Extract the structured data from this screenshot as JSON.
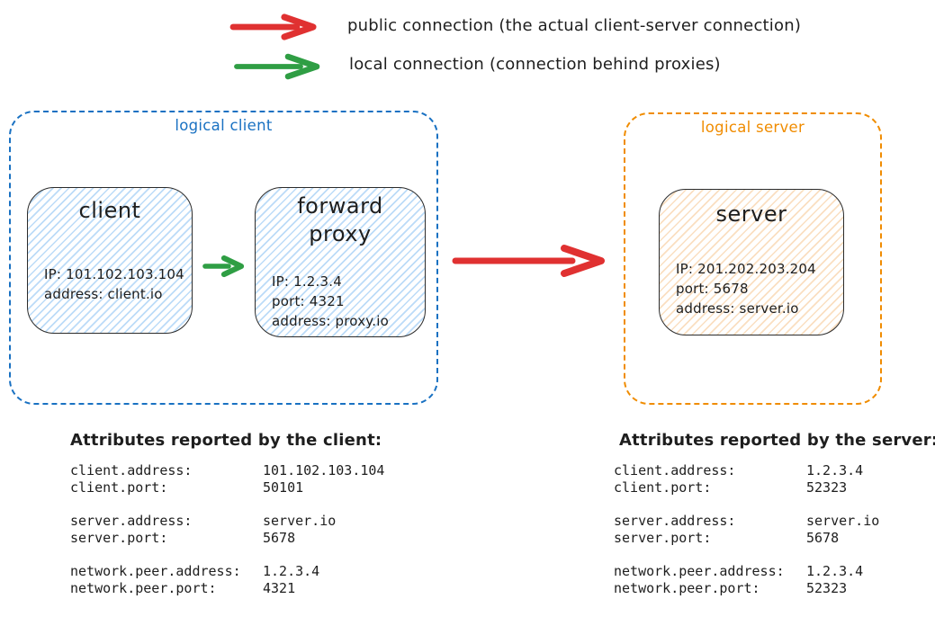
{
  "colors": {
    "public_red": "#e03131",
    "local_green": "#2f9e44",
    "logical_client_blue": "#1971c2",
    "logical_server_orange": "#f08c00",
    "ink": "#1e1e1e"
  },
  "legend": {
    "public": {
      "icon": "red-arrow",
      "label": "public connection (the actual client-server connection)"
    },
    "local": {
      "icon": "green-arrow",
      "label": "local connection (connection behind proxies)"
    }
  },
  "diagram": {
    "logical_client": {
      "label": "logical client",
      "client_node": {
        "title": "client",
        "lines": [
          "IP: 101.102.103.104",
          "address: client.io"
        ]
      },
      "proxy_node": {
        "title": "forward proxy",
        "lines": [
          "IP: 1.2.3.4",
          "port: 4321",
          "address: proxy.io"
        ]
      }
    },
    "logical_server": {
      "label": "logical server",
      "server_node": {
        "title": "server",
        "lines": [
          "IP: 201.202.203.204",
          "port: 5678",
          "address: server.io"
        ]
      }
    }
  },
  "attributes_client": {
    "heading": "Attributes reported by the client:",
    "groups": [
      {
        "rows": [
          {
            "key": "client.address:",
            "value": "101.102.103.104"
          },
          {
            "key": "client.port:",
            "value": "50101"
          }
        ]
      },
      {
        "rows": [
          {
            "key": "server.address:",
            "value": "server.io"
          },
          {
            "key": "server.port:",
            "value": "5678"
          }
        ]
      },
      {
        "rows": [
          {
            "key": "network.peer.address:",
            "value": "1.2.3.4"
          },
          {
            "key": "network.peer.port:",
            "value": "4321"
          }
        ]
      }
    ]
  },
  "attributes_server": {
    "heading": "Attributes reported by the server:",
    "groups": [
      {
        "rows": [
          {
            "key": "client.address:",
            "value": "1.2.3.4"
          },
          {
            "key": "client.port:",
            "value": "52323"
          }
        ]
      },
      {
        "rows": [
          {
            "key": "server.address:",
            "value": "server.io"
          },
          {
            "key": "server.port:",
            "value": "5678"
          }
        ]
      },
      {
        "rows": [
          {
            "key": "network.peer.address:",
            "value": "1.2.3.4"
          },
          {
            "key": "network.peer.port:",
            "value": "52323"
          }
        ]
      }
    ]
  }
}
